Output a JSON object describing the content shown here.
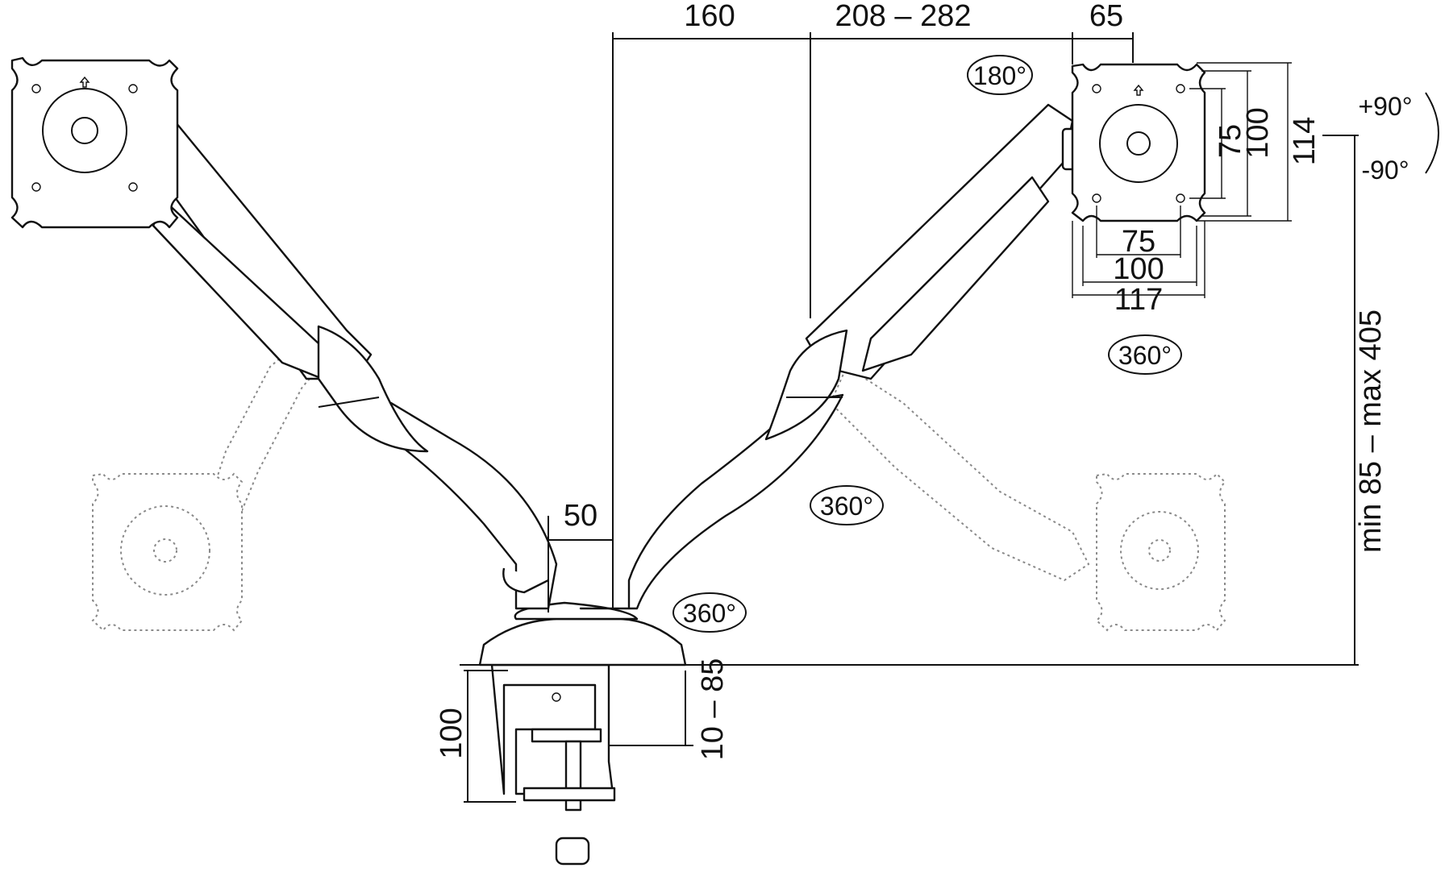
{
  "dimensions": {
    "arm_offset": "160",
    "arm_reach": "208 – 282",
    "head_offset": "65",
    "vesa_vertical_small": "75",
    "vesa_vertical_large": "100",
    "plate_height": "114",
    "vesa_horizontal_small": "75",
    "vesa_horizontal_large": "100",
    "plate_width": "117",
    "pole_width": "50",
    "height_range": "min 85 – max 405",
    "clamp_height": "100",
    "desk_thickness": "10 – 85"
  },
  "rotations": {
    "swivel_head": "180°",
    "plate_rotation": "360°",
    "elbow": "360°",
    "base": "360°",
    "tilt_up": "+90°",
    "tilt_down": "-90°"
  },
  "colors": {
    "line": "#111111",
    "ghost": "#8a8a8a",
    "background": "#ffffff"
  }
}
